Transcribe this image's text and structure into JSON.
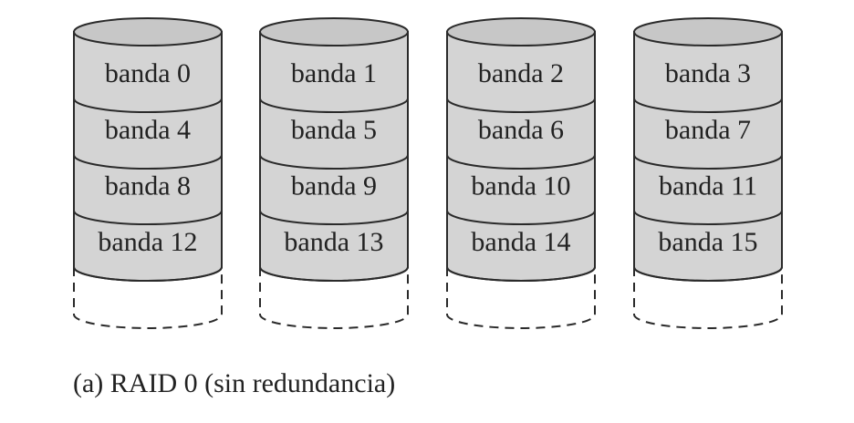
{
  "title": "RAID 0",
  "caption": "(a) RAID 0 (sin redundancia)",
  "colors": {
    "disk_fill": "#d4d4d4",
    "disk_top": "#c7c7c7",
    "line": "#2a2a2a",
    "text": "#222222"
  },
  "disks": [
    {
      "stripes": [
        "banda 0",
        "banda 4",
        "banda 8",
        "banda 12"
      ]
    },
    {
      "stripes": [
        "banda 1",
        "banda 5",
        "banda 9",
        "banda 13"
      ]
    },
    {
      "stripes": [
        "banda 2",
        "banda 6",
        "banda 10",
        "banda 14"
      ]
    },
    {
      "stripes": [
        "banda 3",
        "banda 7",
        "banda 11",
        "banda 15"
      ]
    }
  ]
}
